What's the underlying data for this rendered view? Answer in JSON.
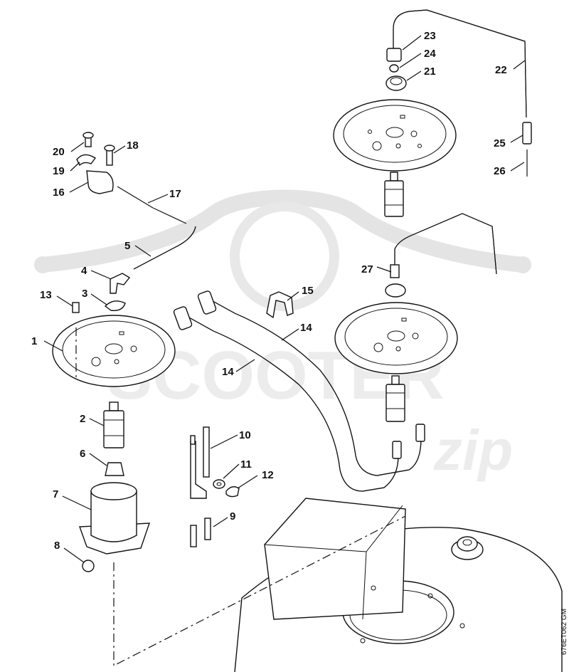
{
  "watermark": {
    "brand": "SCOOTER",
    "script": "zip"
  },
  "drawing_code": "676ET062 GM",
  "callouts": [
    {
      "id": "c1",
      "text": "1"
    },
    {
      "id": "c2",
      "text": "2"
    },
    {
      "id": "c3",
      "text": "3"
    },
    {
      "id": "c4",
      "text": "4"
    },
    {
      "id": "c5",
      "text": "5"
    },
    {
      "id": "c6",
      "text": "6"
    },
    {
      "id": "c7",
      "text": "7"
    },
    {
      "id": "c8",
      "text": "8"
    },
    {
      "id": "c9",
      "text": "9"
    },
    {
      "id": "c10",
      "text": "10"
    },
    {
      "id": "c11",
      "text": "11"
    },
    {
      "id": "c12",
      "text": "12"
    },
    {
      "id": "c13",
      "text": "13"
    },
    {
      "id": "c14a",
      "text": "14"
    },
    {
      "id": "c14b",
      "text": "14"
    },
    {
      "id": "c15",
      "text": "15"
    },
    {
      "id": "c16",
      "text": "16"
    },
    {
      "id": "c17",
      "text": "17"
    },
    {
      "id": "c18",
      "text": "18"
    },
    {
      "id": "c19",
      "text": "19"
    },
    {
      "id": "c20",
      "text": "20"
    },
    {
      "id": "c21",
      "text": "21"
    },
    {
      "id": "c22",
      "text": "22"
    },
    {
      "id": "c23",
      "text": "23"
    },
    {
      "id": "c24",
      "text": "24"
    },
    {
      "id": "c25",
      "text": "25"
    },
    {
      "id": "c26",
      "text": "26"
    },
    {
      "id": "c27",
      "text": "27"
    }
  ]
}
